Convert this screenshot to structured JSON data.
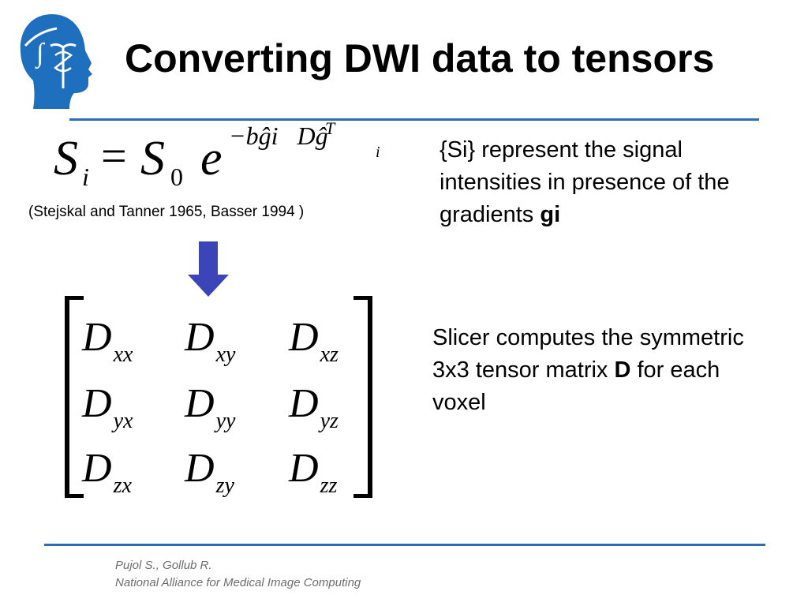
{
  "slide": {
    "title": "Converting DWI data to tensors",
    "formula": {
      "lhs_symbol": "S",
      "lhs_subscript": "i",
      "equals": "=",
      "rhs_symbol": "S",
      "rhs_subscript": "0",
      "base": "e",
      "exponent": "−bĝi",
      "exponent_sup": "T",
      "exponent_rest": "Dĝ",
      "exponent_sub": "i"
    },
    "citation": "(Stejskal and Tanner 1965, Basser 1994 )",
    "description_signal": {
      "text": "{Si} represent the signal intensities in presence of the gradients ",
      "bold": "gi"
    },
    "matrix": {
      "symbol": "D",
      "rows": [
        [
          "xx",
          "xy",
          "xz"
        ],
        [
          "yx",
          "yy",
          "yz"
        ],
        [
          "zx",
          "zy",
          "zz"
        ]
      ]
    },
    "description_tensor": {
      "text_before": "Slicer computes the symmetric 3x3 tensor matrix ",
      "bold": "D",
      "text_after": " for each voxel"
    },
    "footer": {
      "authors": "Pujol S., Gollub R.",
      "organization": "National Alliance for Medical Image Computing"
    },
    "colors": {
      "accent_line": "#2a6db5",
      "arrow": "#3b45b8",
      "logo": "#1f6fbf"
    },
    "icons": {
      "logo": "slicer-head-logo-icon",
      "arrow": "down-arrow-icon"
    }
  }
}
